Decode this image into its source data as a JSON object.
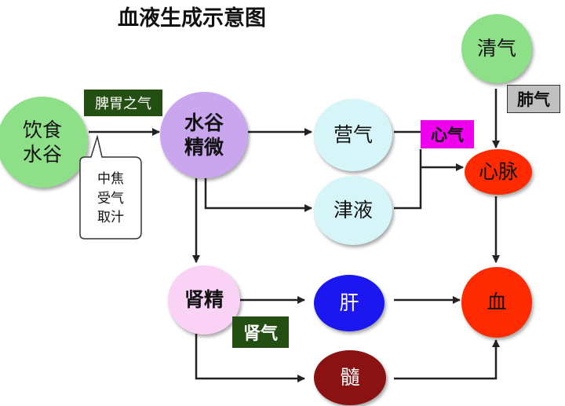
{
  "title": "血液生成示意图",
  "nodes": {
    "yinshi": "饮食\n水谷",
    "shuigu": "水谷\n精微",
    "ying": "营气",
    "jinye": "津液",
    "shen": "肾精",
    "gan": "肝",
    "sui": "髓",
    "qingqi": "清气",
    "xinmai": "心脉",
    "xue": "血"
  },
  "labels": {
    "piwei": "脾胃之气",
    "zhongjiao": "中焦\n受气\n取汁",
    "xinqi": "心气",
    "feiqi": "肺气",
    "shenqi": "肾气"
  },
  "colors": {
    "green_node": "#8ee088",
    "purple_node": "#c9a6ee",
    "cyan_node": "#d6f5f8",
    "pink_node": "#f9d2f6",
    "blue_node": "#1c16f0",
    "dark_red_node": "#8a1212",
    "red_node": "#ff2a00",
    "dark_green_label": "#234f12",
    "magenta_label": "#ee00ee",
    "gray_label": "#c0c0c0"
  }
}
